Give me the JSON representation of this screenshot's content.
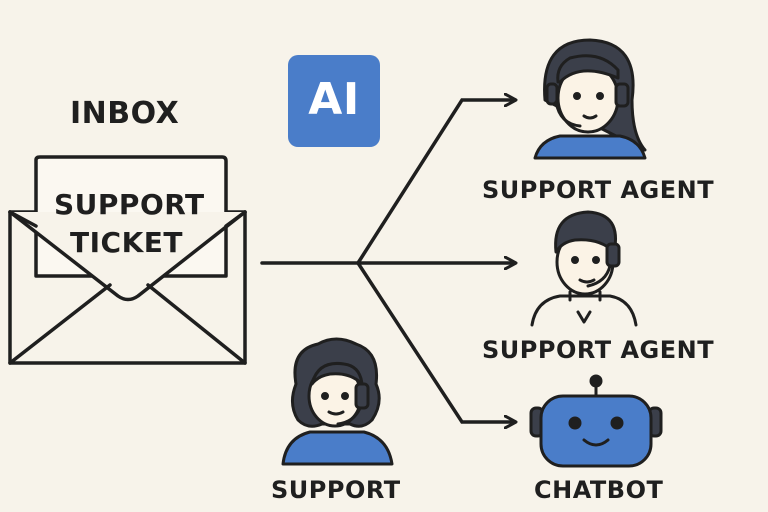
{
  "inbox": {
    "title": "INBOX"
  },
  "ticket": {
    "line1": "SUPPORT",
    "line2": "TICKET"
  },
  "ai_badge": {
    "text": "AI",
    "color": "#4a7dc9"
  },
  "destinations": [
    {
      "label": "SUPPORT AGENT",
      "icon": "agent-woman-headset-icon"
    },
    {
      "label": "SUPPORT AGENT",
      "icon": "agent-man-headset-icon"
    },
    {
      "label": "CHATBOT",
      "icon": "robot-icon"
    }
  ],
  "support_person": {
    "label": "SUPPORT",
    "icon": "agent-curly-hair-icon"
  },
  "colors": {
    "background": "#f7f3ea",
    "stroke": "#1f1f1f",
    "accent_blue": "#4a7dc9",
    "skin": "#fbf3e6",
    "hair": "#3b3f4a"
  }
}
